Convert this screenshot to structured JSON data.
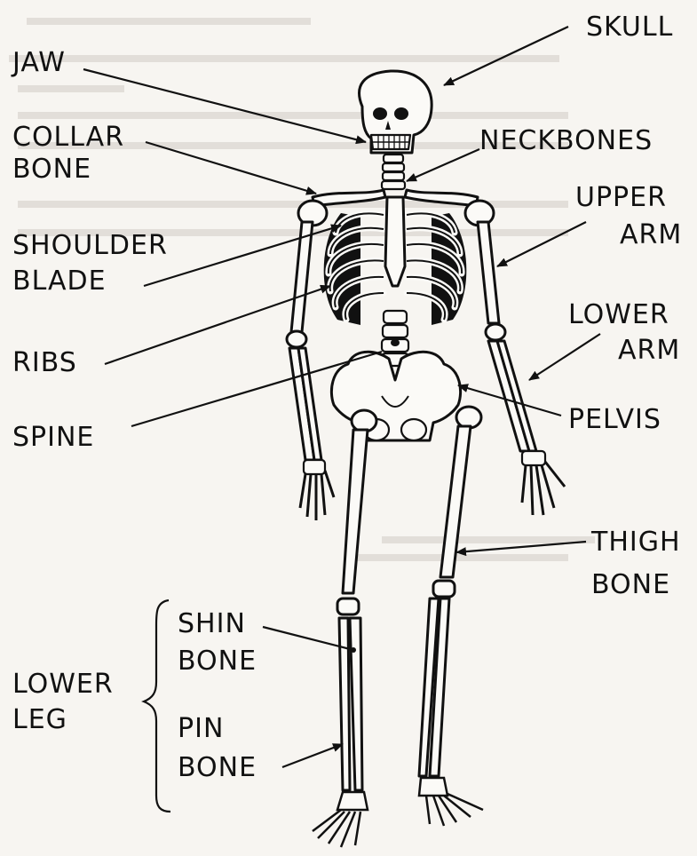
{
  "labels": {
    "skull": "SKULL",
    "jaw": "JAW",
    "collar_bone_1": "COLLAR",
    "collar_bone_2": "BONE",
    "neckbones": "NECKBONES",
    "upper_arm_1": "UPPER",
    "upper_arm_2": "ARM",
    "shoulder_blade_1": "SHOULDER",
    "shoulder_blade_2": "BLADE",
    "lower_arm_1": "LOWER",
    "lower_arm_2": "ARM",
    "ribs": "RIBS",
    "spine": "SPINE",
    "pelvis": "PELVIS",
    "thigh_bone_1": "THIGH",
    "thigh_bone_2": "BONE",
    "shin_bone_1": "SHIN",
    "shin_bone_2": "BONE",
    "lower_leg_1": "LOWER",
    "lower_leg_2": "LEG",
    "pin_bone_1": "PIN",
    "pin_bone_2": "BONE"
  }
}
